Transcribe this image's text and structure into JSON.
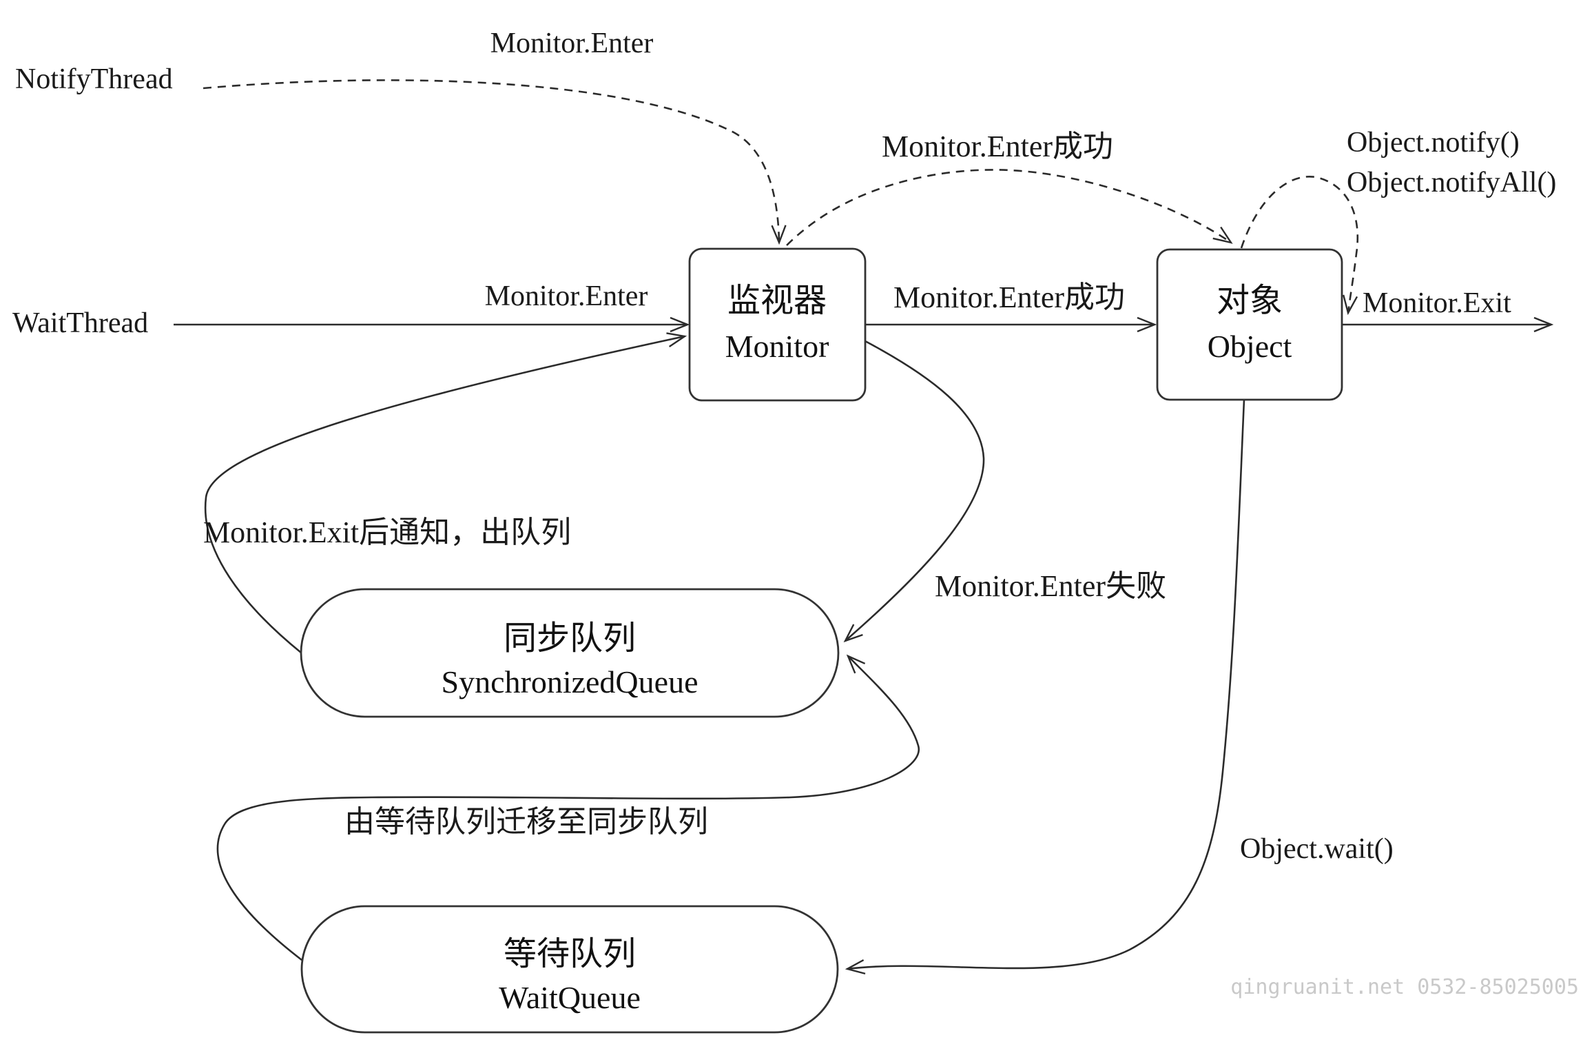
{
  "diagram": {
    "threads": {
      "notify": "NotifyThread",
      "wait": "WaitThread"
    },
    "nodes": {
      "monitor": {
        "title_zh": "监视器",
        "title_en": "Monitor"
      },
      "object": {
        "title_zh": "对象",
        "title_en": "Object"
      },
      "sync_queue": {
        "title_zh": "同步队列",
        "title_en": "SynchronizedQueue"
      },
      "wait_queue": {
        "title_zh": "等待队列",
        "title_en": "WaitQueue"
      }
    },
    "edges": {
      "notify_enter": "Monitor.Enter",
      "wait_enter": "Monitor.Enter",
      "enter_success_dashed": "Monitor.Enter成功",
      "enter_success_solid": "Monitor.Enter成功",
      "monitor_exit": "Monitor.Exit",
      "notify_call_line1": "Object.notify()",
      "notify_call_line2": "Object.notifyAll()",
      "enter_fail": "Monitor.Enter失败",
      "exit_notify_dequeue": "Monitor.Exit后通知，出队列",
      "migrate": "由等待队列迁移至同步队列",
      "object_wait": "Object.wait()"
    },
    "watermark": "qingruanit.net 0532-85025005",
    "colors": {
      "line": "#2b2b2b",
      "node_stroke": "#333333",
      "text": "#1a1a1a",
      "watermark": "#c9c9c9",
      "background": "#ffffff"
    }
  }
}
